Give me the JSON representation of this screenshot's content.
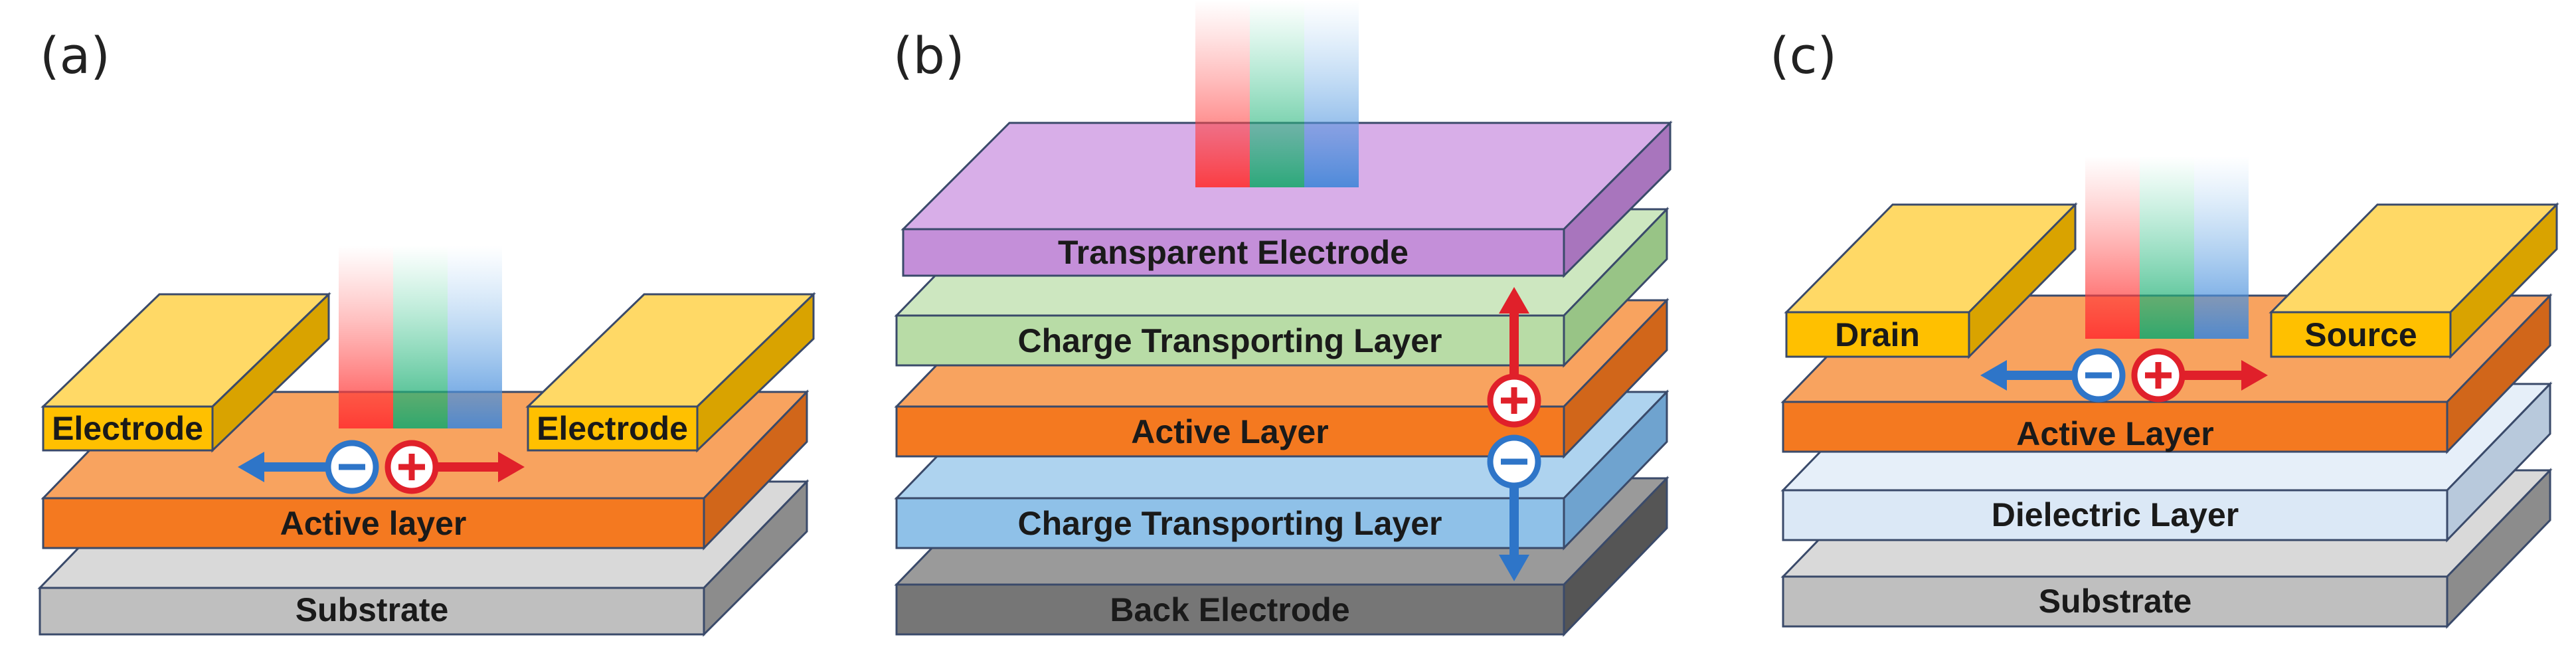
{
  "panels": {
    "a": {
      "label": "(a)",
      "electrode_left": "Electrode",
      "electrode_right": "Electrode",
      "active": "Active layer",
      "substrate": "Substrate"
    },
    "b": {
      "label": "(b)",
      "transparent": "Transparent Electrode",
      "ctl_top": "Charge Transporting Layer",
      "active": "Active Layer",
      "ctl_bottom": "Charge Transporting Layer",
      "back": "Back Electrode"
    },
    "c": {
      "label": "(c)",
      "drain": "Drain",
      "source": "Source",
      "active": "Active Layer",
      "dielectric": "Dielectric Layer",
      "substrate": "Substrate"
    }
  },
  "colors": {
    "electrode_front": "#ffc000",
    "electrode_top": "#ffd966",
    "electrode_side": "#d9a300",
    "active_front": "#f47920",
    "active_top": "#f8a35f",
    "active_side": "#d1661a",
    "substrate_front": "#bfbfbf",
    "substrate_top": "#d9d9d9",
    "substrate_side": "#8c8c8c",
    "transparent_front": "#c48fd9",
    "transparent_top": "#d8aee8",
    "ctl_green_front": "#b8dca6",
    "ctl_green_top": "#cde7c0",
    "ctl_blue_front": "#8fc1e8",
    "ctl_blue_top": "#aed3ef",
    "back_front": "#767676",
    "back_top": "#9a9a9a",
    "dielectric_front": "#dbe8f6",
    "dielectric_top": "#e6eff9",
    "hole": "#e0202a",
    "electron": "#2e75c8",
    "light_red": "#ff4b4b",
    "light_green": "#21b27a",
    "light_blue": "#5aa0e0"
  },
  "icons": [
    "hole-plus-icon",
    "electron-minus-icon",
    "arrow-icon",
    "light-beam-icon"
  ]
}
